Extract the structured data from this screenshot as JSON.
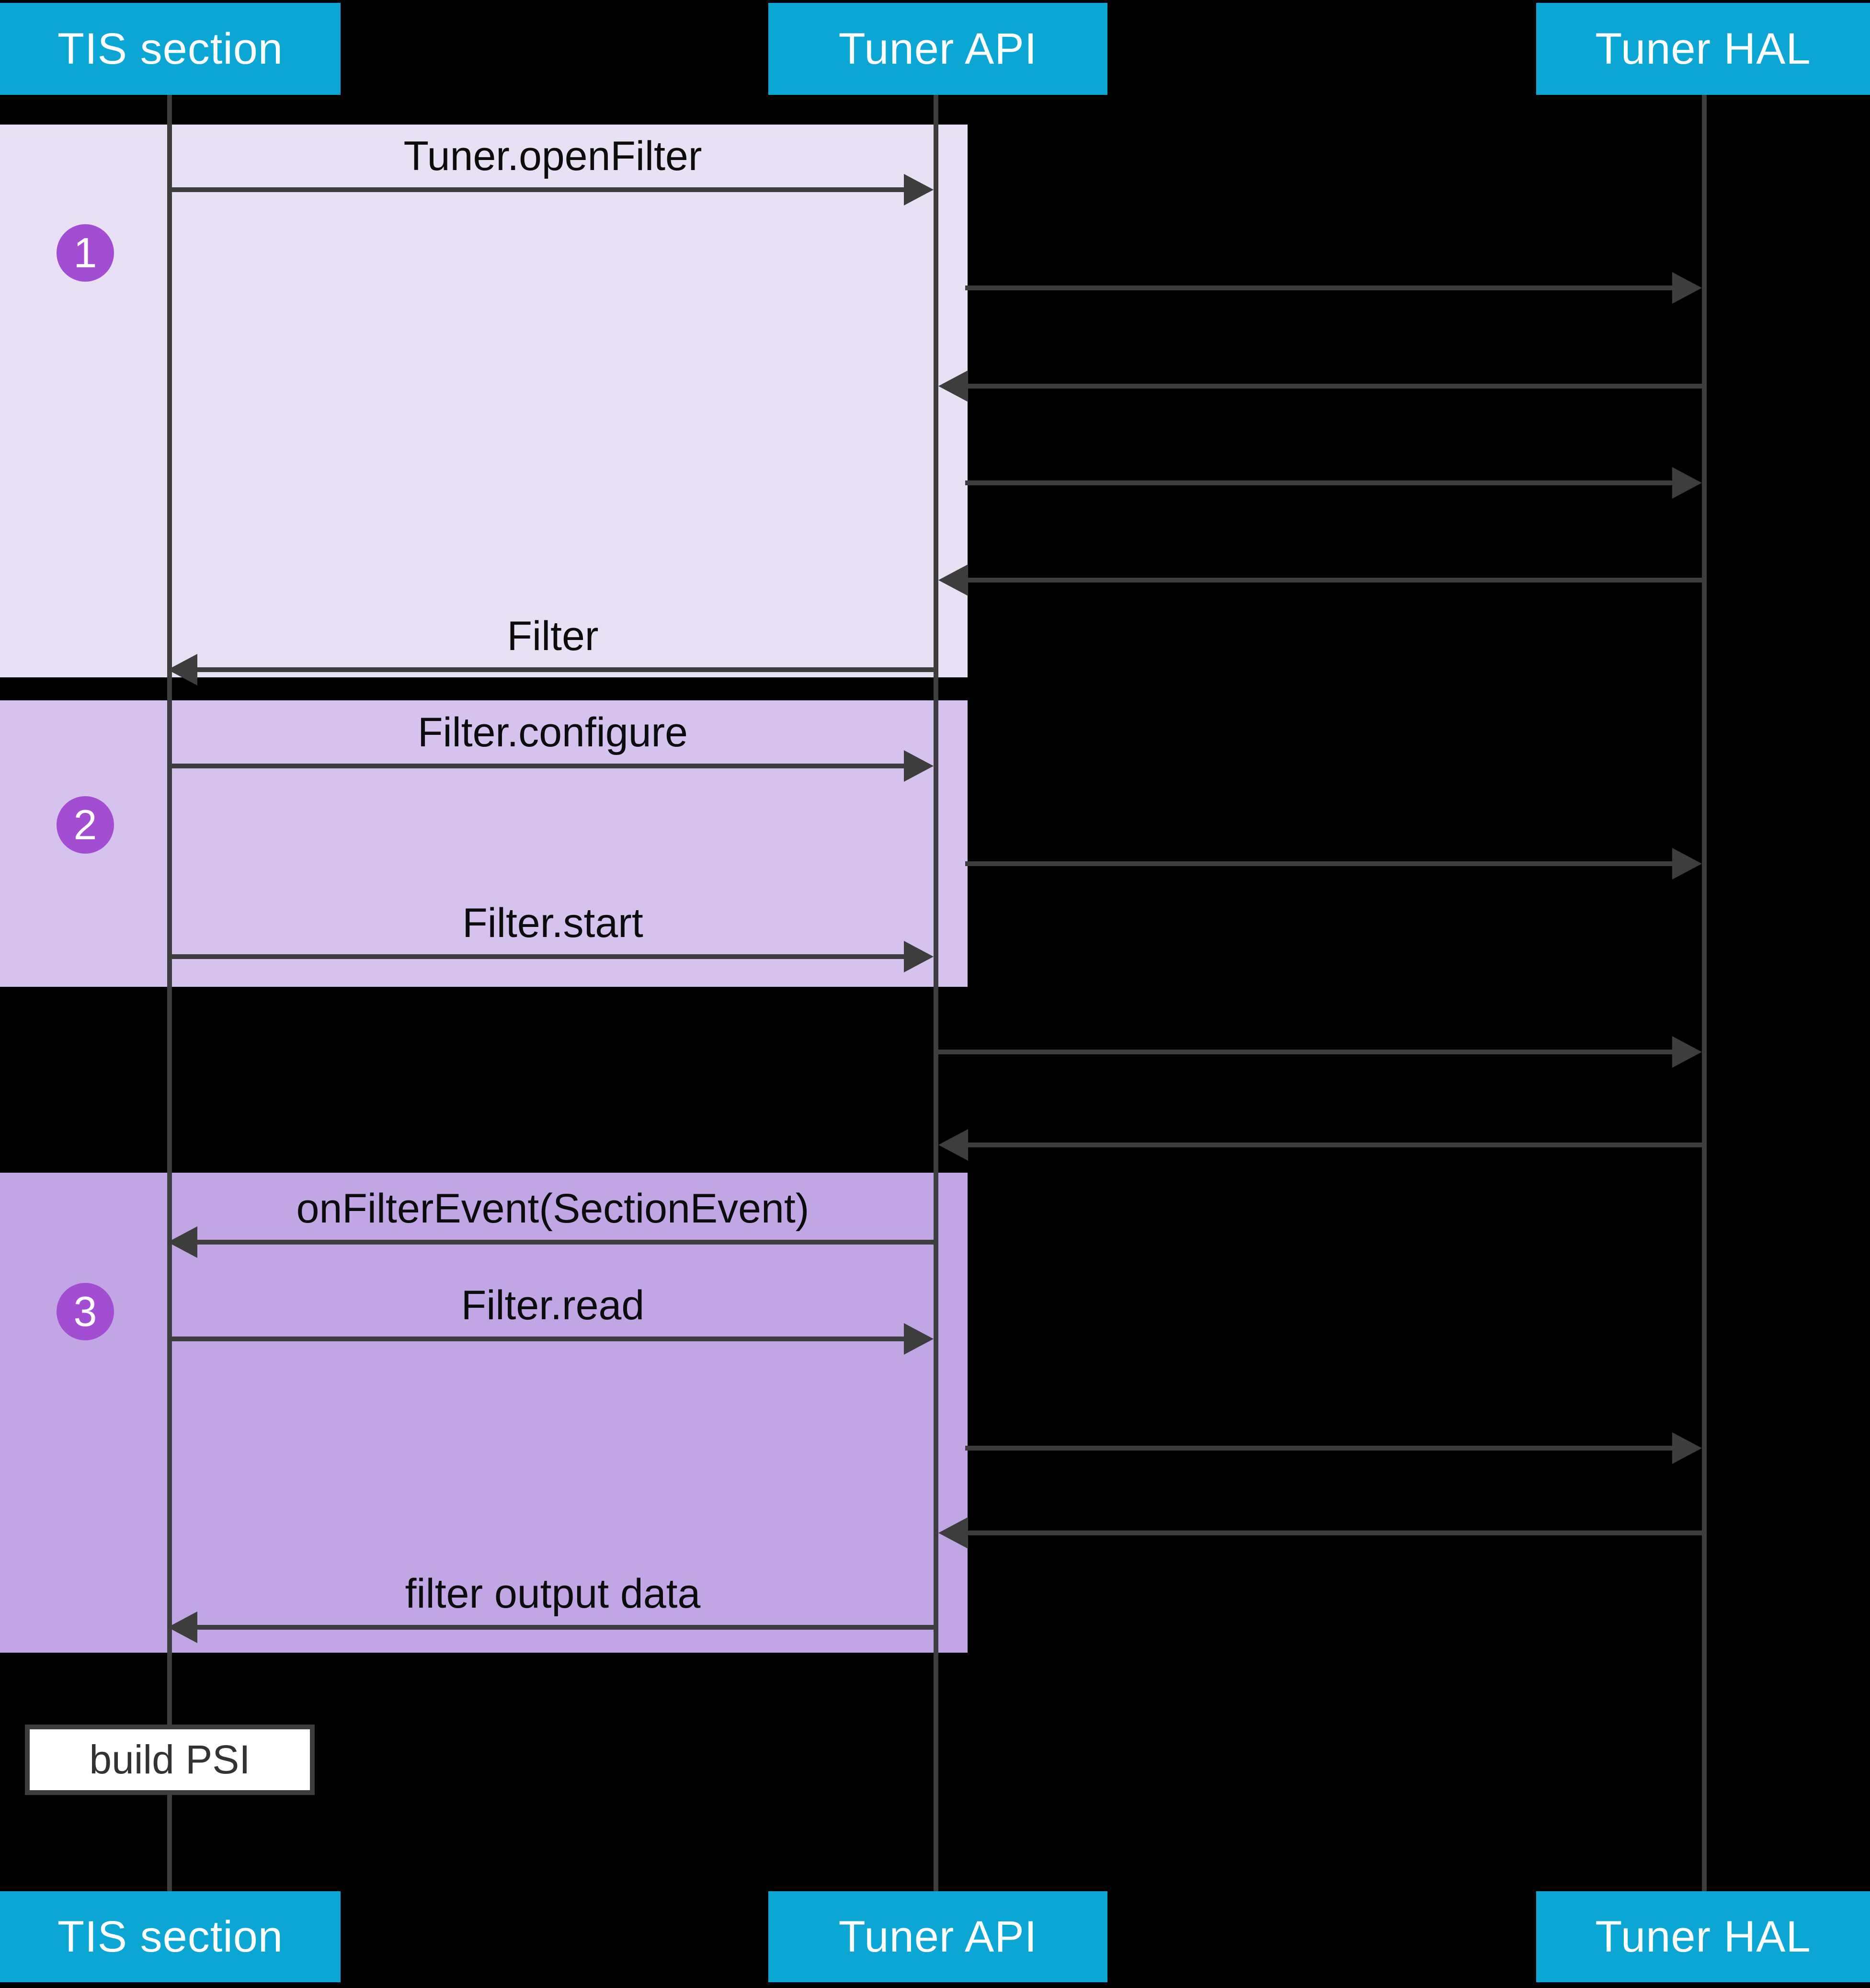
{
  "diagram": {
    "participants": [
      {
        "name": "TIS section"
      },
      {
        "name": "Tuner API"
      },
      {
        "name": "Tuner HAL"
      }
    ],
    "steps": [
      {
        "number": "1"
      },
      {
        "number": "2"
      },
      {
        "number": "3"
      }
    ],
    "messages": {
      "open_filter": "Tuner.openFilter",
      "filter_return": "Filter",
      "configure": "Filter.configure",
      "start": "Filter.start",
      "on_filter_event": "onFilterEvent(SectionEvent)",
      "read": "Filter.read",
      "output": "filter output data"
    },
    "note": {
      "label": "build PSI"
    },
    "colors": {
      "header": "#0ca6d4",
      "header_text": "#ffffff",
      "region_step1": "#e8e0f5",
      "region_step2": "#d5c3ee",
      "region_step3": "#c1a5e4",
      "badge": "#a34ed2",
      "line": "#3d3d3d",
      "label_text": "#0c0c0c",
      "background": "#000000",
      "note_fill": "#ffffff"
    }
  }
}
